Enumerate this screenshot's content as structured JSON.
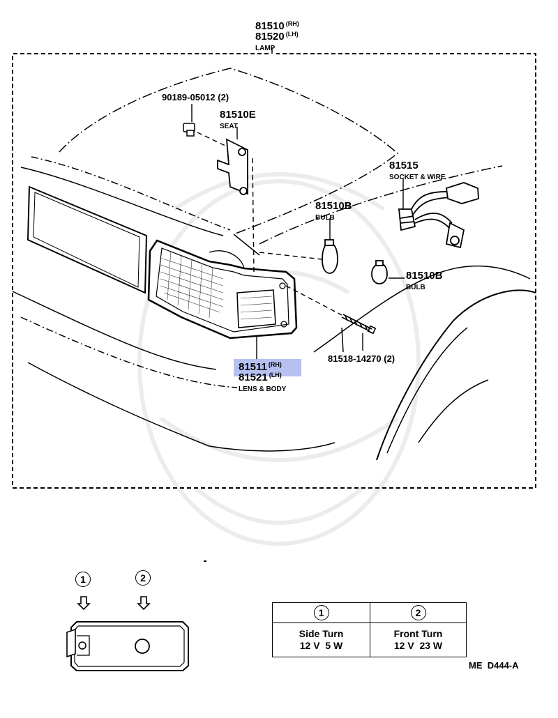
{
  "parts": {
    "lamp": {
      "no_rh": "81510",
      "tag_rh": "(RH)",
      "no_lh": "81520",
      "tag_lh": "(LH)",
      "name": "LAMP"
    },
    "screw": {
      "no": "90189-05012 (2)"
    },
    "seat": {
      "no": "81510E",
      "name": "SEAT"
    },
    "socket": {
      "no": "81515",
      "name": "SOCKET & WIRE"
    },
    "bulb_main": {
      "no": "81510B",
      "name": "BULB"
    },
    "bulb_small": {
      "no": "81510B",
      "name": "BULB"
    },
    "lens": {
      "no_rh": "81511",
      "tag_rh": "(RH)",
      "no_lh": "81521",
      "tag_lh": "(LH)",
      "name": "LENS & BODY"
    },
    "bolt": {
      "no": "81518-14270 (2)"
    }
  },
  "legend": {
    "marker1": "1",
    "marker2": "2"
  },
  "spec_table": {
    "col1": {
      "num": "1",
      "name": "Side Turn",
      "rating": "12 V  5 W"
    },
    "col2": {
      "num": "2",
      "name": "Front Turn",
      "rating": "12 V  23 W"
    }
  },
  "figure_code": "ME  D444-A",
  "colors": {
    "highlight": "#a9b6f0",
    "line": "#000000"
  }
}
